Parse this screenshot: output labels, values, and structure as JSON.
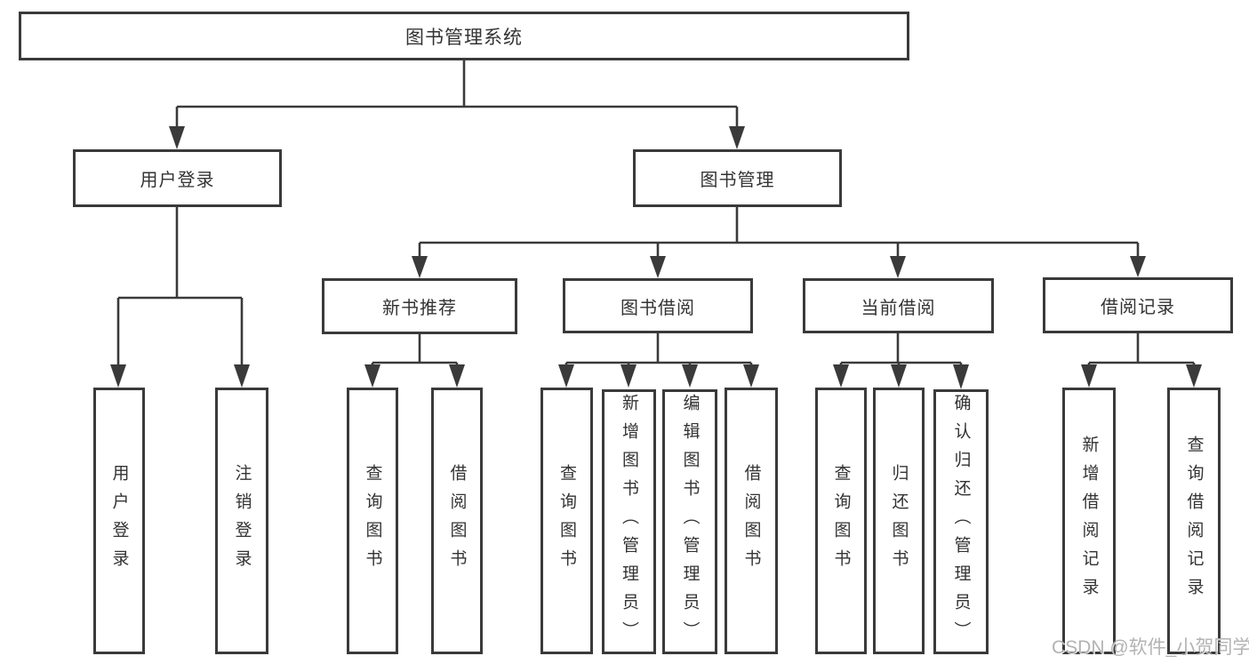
{
  "diagram": {
    "title": "图书管理系统",
    "root": {
      "label": "图书管理系统"
    },
    "branches": [
      {
        "label": "用户登录",
        "children": [
          {
            "label": "用户登录"
          },
          {
            "label": "注销登录"
          }
        ]
      },
      {
        "label": "图书管理",
        "children": [
          {
            "label": "新书推荐",
            "children": [
              {
                "label": "查询图书"
              },
              {
                "label": "借阅图书"
              }
            ]
          },
          {
            "label": "图书借阅",
            "children": [
              {
                "label": "查询图书"
              },
              {
                "label": "新增图书（管理员）"
              },
              {
                "label": "编辑图书（管理员）"
              },
              {
                "label": "借阅图书"
              }
            ]
          },
          {
            "label": "当前借阅",
            "children": [
              {
                "label": "查询图书"
              },
              {
                "label": "归还图书"
              },
              {
                "label": "确认归还（管理员）"
              }
            ]
          },
          {
            "label": "借阅记录",
            "children": [
              {
                "label": "新增借阅记录"
              },
              {
                "label": "查询借阅记录"
              }
            ]
          }
        ]
      }
    ]
  },
  "watermark": "CSDN @软件_小贺同学",
  "colors": {
    "line": "#3a3a3a",
    "text": "#333333",
    "background": "#ffffff",
    "watermark": "#acacac"
  }
}
